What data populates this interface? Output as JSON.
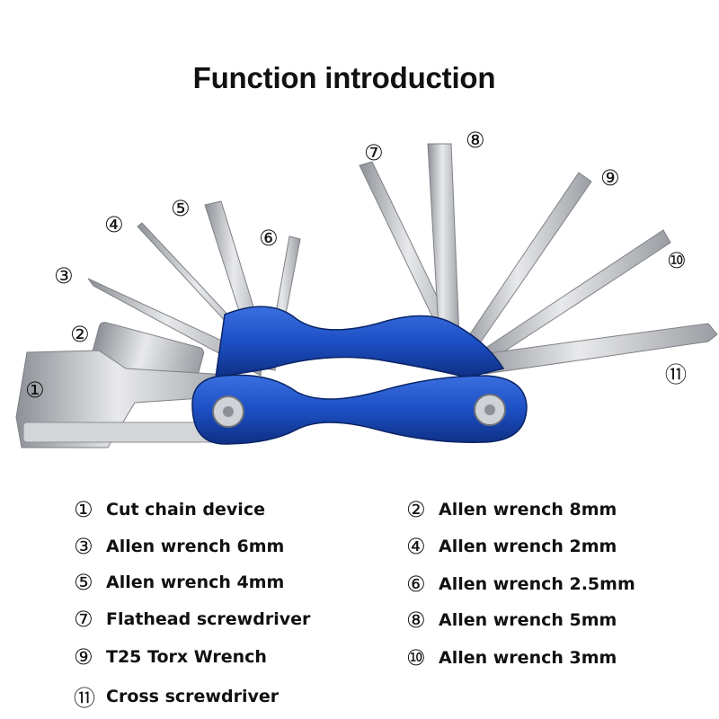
{
  "title": "Function introduction",
  "colors": {
    "handle": "#1d4fc4",
    "handle_dark": "#0e2f84",
    "metal": "#c9cbce",
    "metal_dark": "#8d9096"
  },
  "callouts": [
    {
      "id": "1",
      "mark": "①"
    },
    {
      "id": "2",
      "mark": "②"
    },
    {
      "id": "3",
      "mark": "③"
    },
    {
      "id": "4",
      "mark": "④"
    },
    {
      "id": "5",
      "mark": "⑤"
    },
    {
      "id": "6",
      "mark": "⑥"
    },
    {
      "id": "7",
      "mark": "⑦"
    },
    {
      "id": "8",
      "mark": "⑧"
    },
    {
      "id": "9",
      "mark": "⑨"
    },
    {
      "id": "10",
      "mark": "⑩"
    },
    {
      "id": "11",
      "mark": "⑪"
    }
  ],
  "legend": [
    {
      "mark": "①",
      "label": "Cut chain device"
    },
    {
      "mark": "②",
      "label": "Allen wrench 8mm"
    },
    {
      "mark": "③",
      "label": "Allen wrench 6mm"
    },
    {
      "mark": "④",
      "label": "Allen wrench 2mm"
    },
    {
      "mark": "⑤",
      "label": "Allen wrench 4mm"
    },
    {
      "mark": "⑥",
      "label": "Allen wrench 2.5mm"
    },
    {
      "mark": "⑦",
      "label": "Flathead screwdriver"
    },
    {
      "mark": "⑧",
      "label": "Allen wrench 5mm"
    },
    {
      "mark": "⑨",
      "label": "T25 Torx Wrench"
    },
    {
      "mark": "⑩",
      "label": "Allen wrench 3mm"
    },
    {
      "mark": "⑪",
      "label": "Cross screwdriver"
    }
  ]
}
